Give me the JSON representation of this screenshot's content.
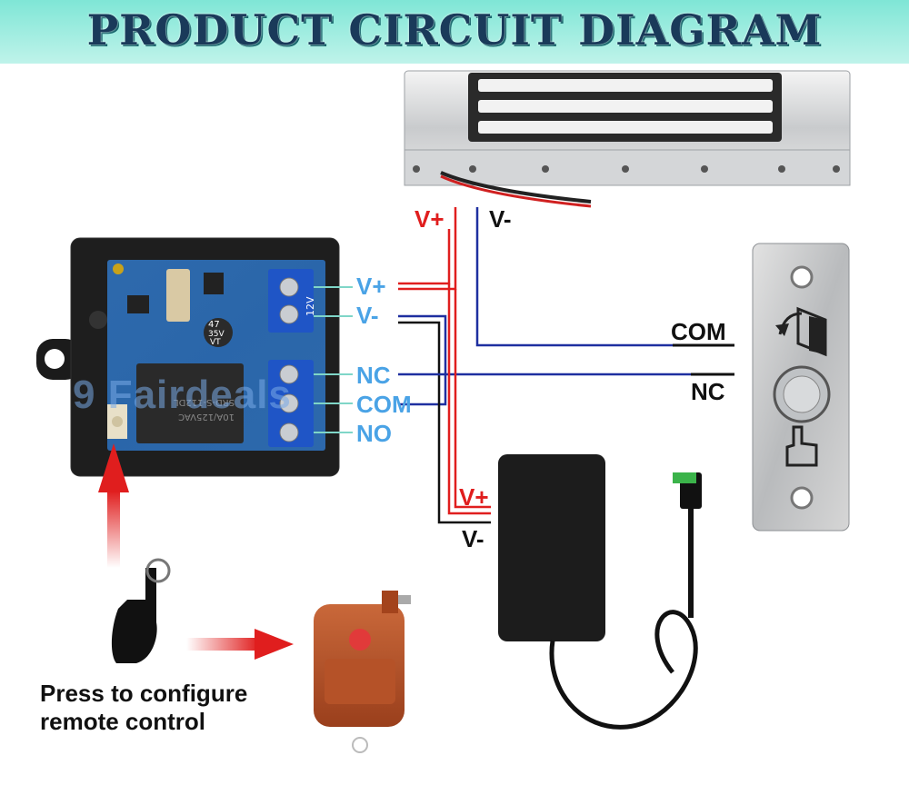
{
  "title": "PRODUCT CIRCUIT DIAGRAM",
  "watermark": "9 Fairdeals",
  "board_terminals": [
    "V+",
    "V-",
    "NC",
    "COM",
    "NO"
  ],
  "lock_wires": {
    "positive": "V+",
    "negative": "V-"
  },
  "power_wires": {
    "positive": "V+",
    "negative": "V-"
  },
  "exit_button_terminals": [
    "COM",
    "NC"
  ],
  "relay_print": {
    "cap_line1": "47",
    "cap_line2": "35V",
    "cap_line3": "VT",
    "relay_text1": "SRD-S-112DL",
    "relay_text2": "10A/125VAC",
    "terminal_label": "12V"
  },
  "caption_lines": [
    "Press to configure",
    "remote control"
  ],
  "colors": {
    "banner": "#7fe6d6",
    "wire_red": "#e01e1e",
    "wire_blue": "#1e2fa0",
    "label_blue": "#4aa3e6",
    "board": "#1e5fa8"
  },
  "icons": [
    "magnetic-lock",
    "relay-board",
    "exit-button",
    "power-adapter",
    "remote-fob",
    "hand-press-icon"
  ]
}
